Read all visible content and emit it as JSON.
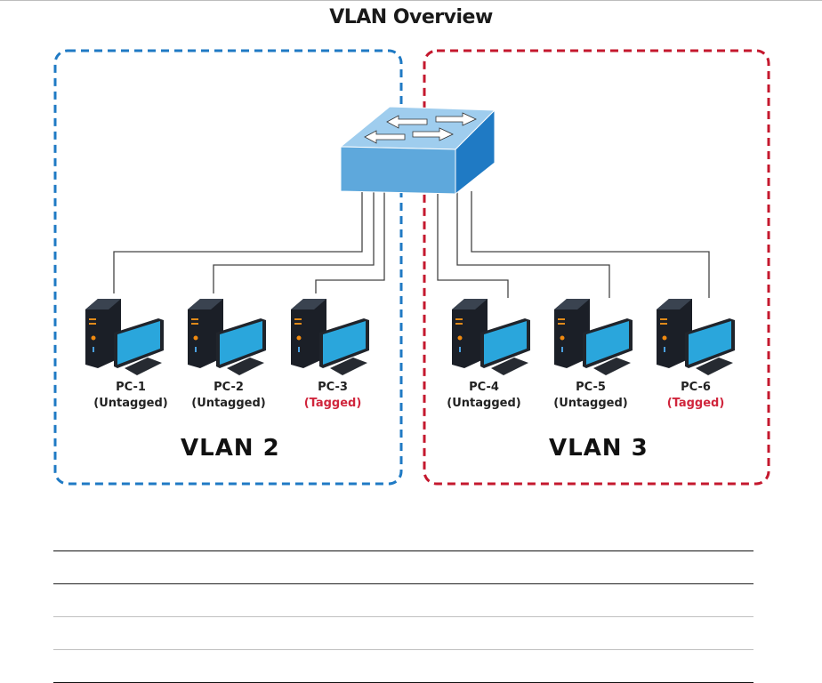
{
  "title": "VLAN Overview",
  "colors": {
    "vlan2_border": "#1f7ac4",
    "vlan3_border": "#c4182e",
    "tagged_text": "#d0253c",
    "switch_top": "#9fcdee",
    "switch_front": "#5ea8dc",
    "switch_side": "#1f7ac4"
  },
  "vlans": [
    {
      "label": "VLAN 2",
      "pcs": [
        {
          "name": "PC-1",
          "mode": "(Untagged)",
          "tagged": false
        },
        {
          "name": "PC-2",
          "mode": "(Untagged)",
          "tagged": false
        },
        {
          "name": "PC-3",
          "mode": "(Tagged)",
          "tagged": true
        }
      ]
    },
    {
      "label": "VLAN 3",
      "pcs": [
        {
          "name": "PC-4",
          "mode": "(Untagged)",
          "tagged": false
        },
        {
          "name": "PC-5",
          "mode": "(Untagged)",
          "tagged": false
        },
        {
          "name": "PC-6",
          "mode": "(Tagged)",
          "tagged": true
        }
      ]
    }
  ],
  "icons": {
    "switch": "network-switch-icon",
    "pc": "desktop-computer-icon"
  }
}
